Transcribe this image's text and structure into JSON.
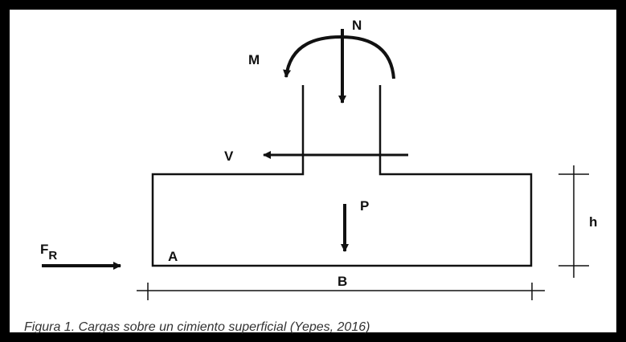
{
  "diagram": {
    "labels": {
      "N": "N",
      "M": "M",
      "V": "V",
      "P": "P",
      "h": "h",
      "A": "A",
      "B": "B",
      "F_main": "F",
      "F_sub": "R"
    },
    "caption": "Figura 1. Cargas sobre un cimiento superficial (Yepes, 2016)"
  },
  "colors": {
    "background": "#ffffff",
    "frame": "#000000",
    "ink": "#111111",
    "caption": "#333333"
  }
}
